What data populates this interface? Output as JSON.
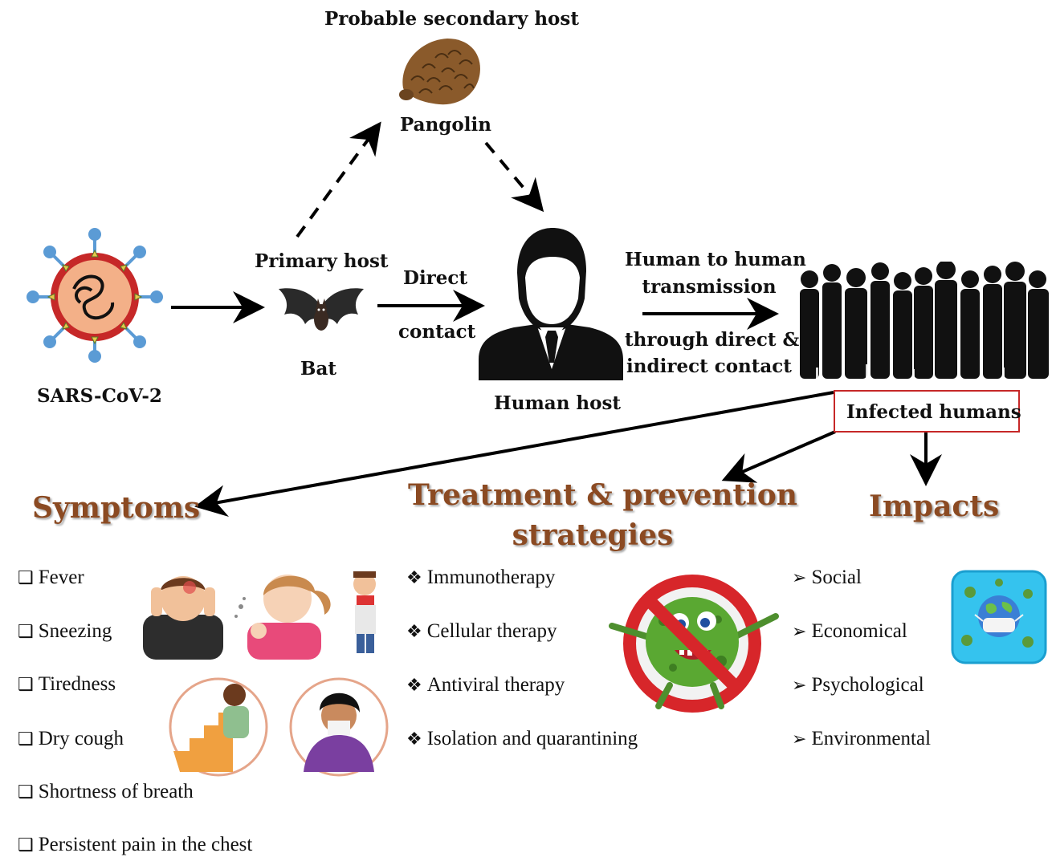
{
  "nodes": {
    "secondary_host_title": "Probable secondary host",
    "pangolin": "Pangolin",
    "primary_host_title": "Primary host",
    "bat": "Bat",
    "virus": "SARS-CoV-2",
    "direct": "Direct",
    "contact": "contact",
    "human_host": "Human host",
    "transmission_line1": "Human to human",
    "transmission_line2": "transmission",
    "contact_line1": "through direct &",
    "contact_line2": "indirect contact",
    "infected": "Infected humans"
  },
  "headings": {
    "symptoms": "Symptoms",
    "treatment_line1": "Treatment & prevention",
    "treatment_line2": "strategies",
    "impacts": "Impacts"
  },
  "symptoms": [
    "Fever",
    "Sneezing",
    "Tiredness",
    "Dry cough",
    "Shortness of breath",
    "Persistent pain in the chest"
  ],
  "treatments": [
    "Immunotherapy",
    "Cellular therapy",
    "Antiviral therapy",
    "Isolation and quarantining"
  ],
  "impacts": [
    "Social",
    "Economical",
    "Psychological",
    "Environmental"
  ],
  "markers": {
    "symptom": "❑",
    "treatment": "❖",
    "impact": "➢"
  },
  "icons": [
    "virus-icon",
    "pangolin-icon",
    "bat-icon",
    "human-host-icon",
    "crowd-icon",
    "symptom-illustration-icon",
    "virus-prohibited-icon",
    "masked-earth-icon"
  ],
  "colors": {
    "heading": "#8b4a22",
    "infected_box_border": "#c62828",
    "virus_ring": "#c62828",
    "virus_core": "#f3b088",
    "spike": "#5b9bd5"
  }
}
